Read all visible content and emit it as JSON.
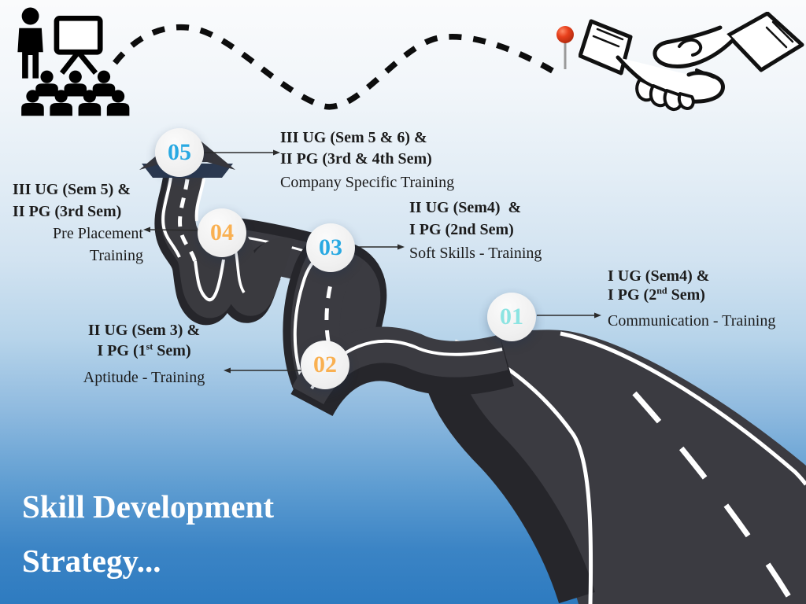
{
  "slide": {
    "title_line1": "Skill Development",
    "title_line2": "Strategy...",
    "title_color": "#ffffff"
  },
  "milestones": {
    "m01": {
      "number": "01",
      "number_color": "#8ce4e2",
      "line1": "I UG (Sem4) &",
      "line2_pre": "I PG (2",
      "line2_sup": "nd",
      "line2_post": " Sem)",
      "line3": "Communication - Training"
    },
    "m02": {
      "number": "02",
      "number_color": "#f9b051",
      "line1": "II UG (Sem 3) &",
      "line2_pre": "I PG (1",
      "line2_sup": "st",
      "line2_post": " Sem)",
      "line3": "Aptitude - Training"
    },
    "m03": {
      "number": "03",
      "number_color": "#29a9e2",
      "line1": "II UG (Sem4)  &",
      "line2": "I PG (2nd Sem)",
      "line3": "Soft Skills - Training"
    },
    "m04": {
      "number": "04",
      "number_color": "#f9b051",
      "line1": "III UG (Sem 5) &",
      "line2": "II PG (3rd Sem)",
      "line3": "Pre Placement",
      "line4": "Training"
    },
    "m05": {
      "number": "05",
      "number_color": "#29a9e2",
      "line1": "III UG (Sem 5 & 6) &",
      "line2": "II PG (3rd & 4th Sem)",
      "line3": "Company Specific Training"
    }
  },
  "icons": {
    "presenter": "presenter-with-audience-icon",
    "handshake": "handshake-icon",
    "pushpin": "red-pushpin-icon",
    "journey": "dashed-journey-path",
    "road": "winding-road-graphic"
  },
  "colors": {
    "road": "#3b3b41",
    "road_shadow": "#26262b",
    "road_marking": "#ffffff",
    "background_top": "#fafbfc",
    "background_bottom": "#2e7bc0",
    "pushpin_red": "#d63716",
    "connector": "#2b2b2b"
  }
}
